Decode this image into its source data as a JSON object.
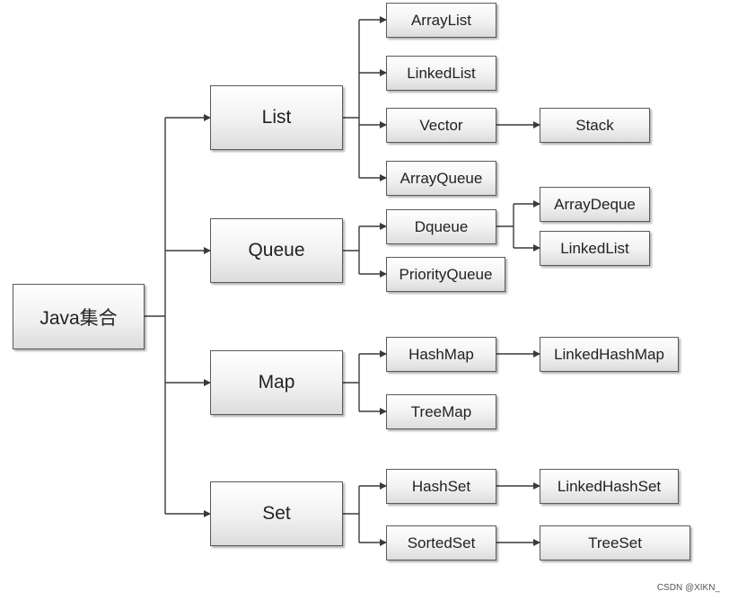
{
  "diagram": {
    "root": "Java集合",
    "interfaces": {
      "list": "List",
      "queue": "Queue",
      "map": "Map",
      "set": "Set"
    },
    "implementations": {
      "arraylist": "ArrayList",
      "linkedlist": "LinkedList",
      "vector": "Vector",
      "arrayqueue": "ArrayQueue",
      "dqueue": "Dqueue",
      "priorityqueue": "PriorityQueue",
      "hashmap": "HashMap",
      "treemap": "TreeMap",
      "hashset": "HashSet",
      "sortedset": "SortedSet"
    },
    "subclasses": {
      "stack": "Stack",
      "arraydeque": "ArrayDeque",
      "linkedlist2": "LinkedList",
      "linkedhashmap": "LinkedHashMap",
      "linkedhashset": "LinkedHashSet",
      "treeset": "TreeSet"
    }
  },
  "watermark": "CSDN @XIKN_",
  "colors": {
    "line": "#3a3a3a",
    "border": "#5a5a5a"
  }
}
